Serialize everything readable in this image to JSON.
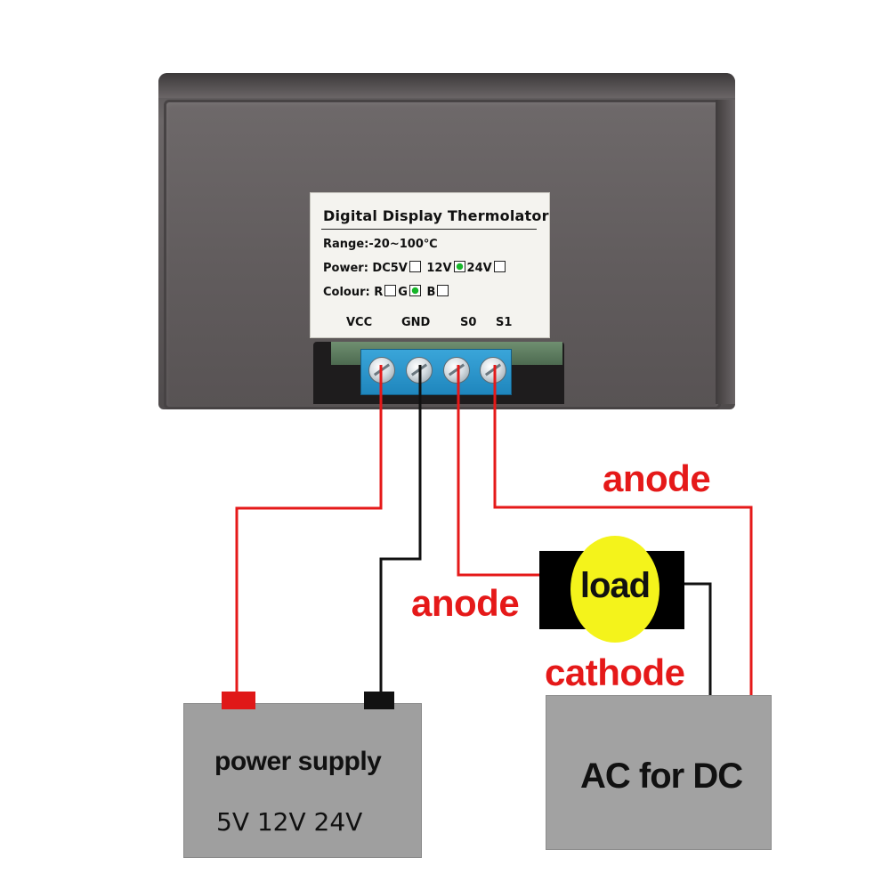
{
  "device": {
    "label": {
      "title": "Digital  Display Thermolator",
      "range": "Range:-20~100℃",
      "power_prefix": "Power: DC5V",
      "power_12v": "12V",
      "power_24v": "24V",
      "colour_prefix": "Colour: R",
      "colour_g": "G",
      "colour_b": "B",
      "pins": [
        "VCC",
        "GND",
        "S0",
        "S1"
      ]
    }
  },
  "diagram": {
    "anode_top": "anode",
    "anode_left": "anode",
    "cathode": "cathode",
    "load": "load",
    "power_supply": {
      "title": "power supply",
      "voltages": "5V  12V  24V"
    },
    "ac_box": "AC for DC"
  },
  "colors": {
    "wire_red": "#e51919",
    "wire_black": "#111111",
    "terminal_blue": "#1f86bd",
    "load_yellow": "#f4f31b",
    "box_gray": "#a0a0a0"
  }
}
